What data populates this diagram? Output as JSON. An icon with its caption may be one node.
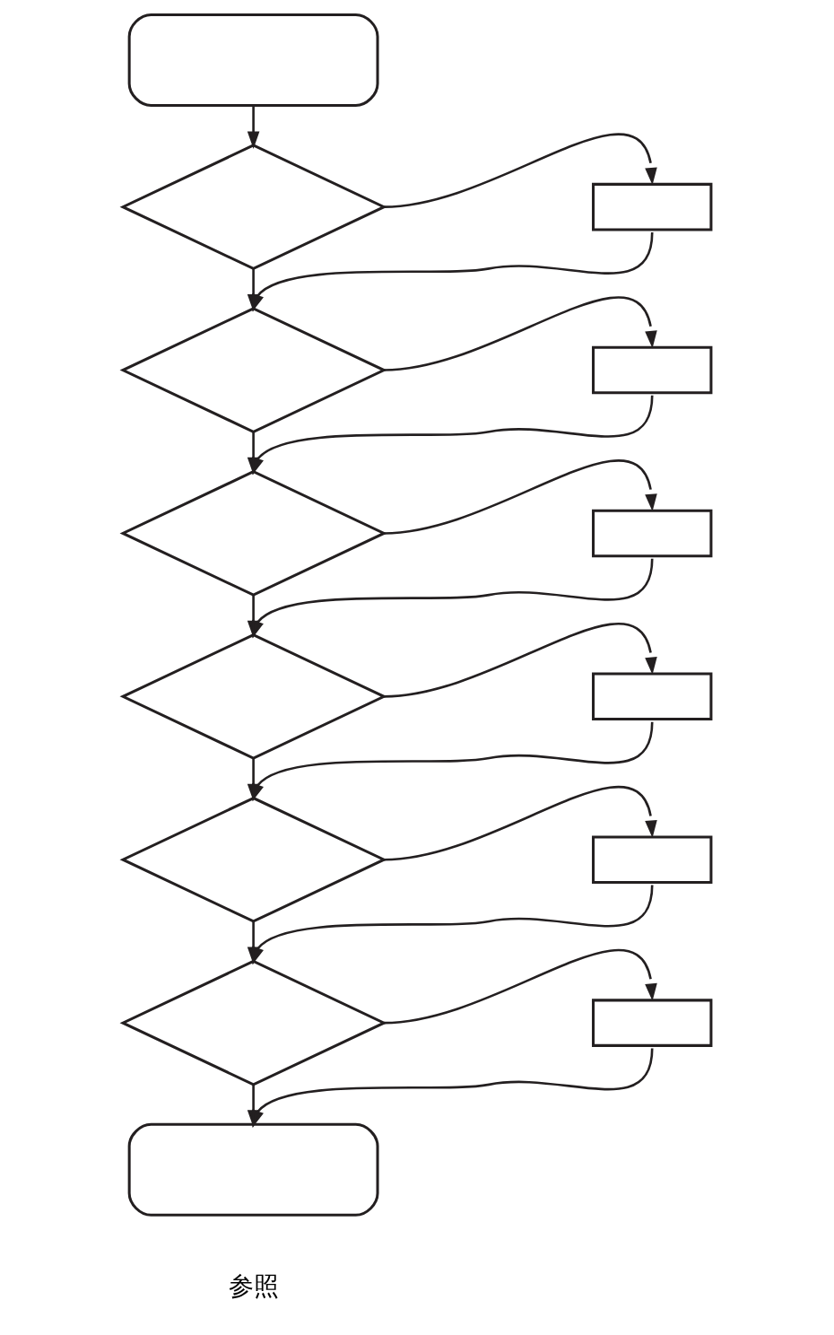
{
  "diagram": {
    "nodes": [
      {
        "text": [],
        "shape": "oval"
      },
      {
        "text": [],
        "shape": "diamond"
      },
      {
        "text": [],
        "shape": "box"
      },
      {
        "text": [],
        "shape": "diamond"
      },
      {
        "text": [],
        "shape": "box"
      },
      {
        "text": [],
        "shape": "diamond"
      },
      {
        "text": [],
        "shape": "box"
      },
      {
        "text": [],
        "shape": "diamond"
      },
      {
        "text": [],
        "shape": "box"
      },
      {
        "text": [],
        "shape": "diamond"
      },
      {
        "text": [],
        "shape": "box"
      },
      {
        "text": [],
        "shape": "diamond"
      },
      {
        "text": [],
        "shape": "box"
      },
      {
        "text": [],
        "shape": "oval"
      }
    ],
    "edges": [
      {
        "from": 0,
        "to": 1,
        "arrow": "to"
      },
      {
        "from": 1,
        "to": 2,
        "arrow": "to"
      },
      {
        "from": 1,
        "to": 3,
        "arrow": "to"
      },
      {
        "from": 2,
        "to": 3,
        "arrow": "to"
      },
      {
        "from": 3,
        "to": 4,
        "arrow": "to"
      },
      {
        "from": 3,
        "to": 5,
        "arrow": "to"
      },
      {
        "from": 4,
        "to": 5,
        "arrow": "to"
      },
      {
        "from": 5,
        "to": 6,
        "arrow": "to"
      },
      {
        "from": 5,
        "to": 7,
        "arrow": "to"
      },
      {
        "from": 6,
        "to": 7,
        "arrow": "to"
      },
      {
        "from": 7,
        "to": 8,
        "arrow": "to"
      },
      {
        "from": 7,
        "to": 9,
        "arrow": "to"
      },
      {
        "from": 8,
        "to": 9,
        "arrow": "to"
      },
      {
        "from": 9,
        "to": 10,
        "arrow": "to"
      },
      {
        "from": 9,
        "to": 11,
        "arrow": "to"
      },
      {
        "from": 10,
        "to": 11,
        "arrow": "to"
      },
      {
        "from": 11,
        "to": 12,
        "arrow": "to"
      },
      {
        "from": 11,
        "to": 13,
        "arrow": "to"
      },
      {
        "from": 12,
        "to": 13,
        "arrow": "to"
      }
    ],
    "labels": [
      "参照"
    ]
  }
}
